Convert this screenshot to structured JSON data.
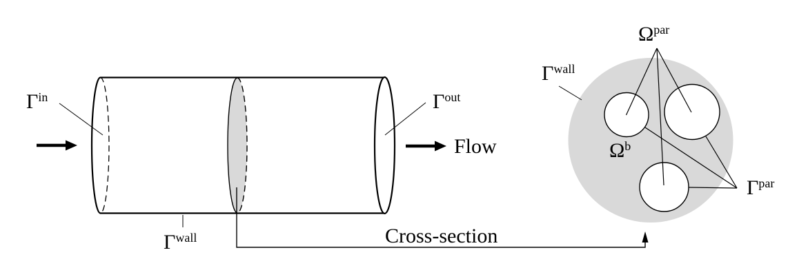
{
  "colors": {
    "background": "#ffffff",
    "ink": "#000000",
    "shade": "#d9d9d9"
  },
  "labels": {
    "gamma_in": {
      "base": "Γ",
      "sup": "in"
    },
    "gamma_out": {
      "base": "Γ",
      "sup": "out"
    },
    "gamma_wall_pipe": {
      "base": "Γ",
      "sup": "wall"
    },
    "gamma_wall_section": {
      "base": "Γ",
      "sup": "wall"
    },
    "omega_par": {
      "base": "Ω",
      "sup": "par"
    },
    "omega_b": {
      "base": "Ω",
      "sup": "b"
    },
    "gamma_par": {
      "base": "Γ",
      "sup": "par"
    },
    "flow": "Flow",
    "cross_section": "Cross-section"
  }
}
